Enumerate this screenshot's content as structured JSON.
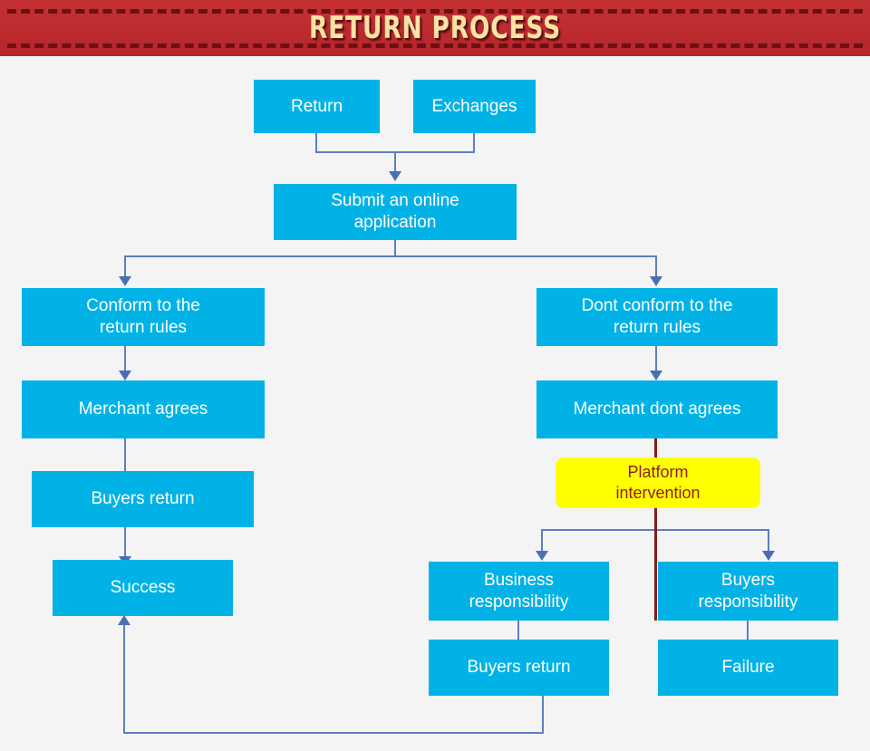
{
  "header": {
    "title": "RETURN PROCESS",
    "background_color": "#c1282c",
    "title_color": "#f9e3a4",
    "dash_color": "#6d1012"
  },
  "theme": {
    "canvas_background": "#f4f4f4",
    "node_fill": "#00b2e6",
    "node_text": "#ffffff",
    "highlight_fill": "#ffff00",
    "highlight_text": "#8f1d1a",
    "connector_color": "#5b7fc0",
    "connector_highlight_color": "#8b1a1a"
  },
  "diagram": {
    "nodes": [
      {
        "id": "return",
        "label": "Return"
      },
      {
        "id": "exchanges",
        "label": "Exchanges"
      },
      {
        "id": "submit",
        "label": "Submit an online\napplication"
      },
      {
        "id": "conform",
        "label": "Conform to the\nreturn rules"
      },
      {
        "id": "merchant-agrees",
        "label": "Merchant agrees"
      },
      {
        "id": "buyers-return-left",
        "label": "Buyers return"
      },
      {
        "id": "success",
        "label": "Success"
      },
      {
        "id": "dont-conform",
        "label": "Dont conform to the\nreturn rules"
      },
      {
        "id": "merchant-dont",
        "label": "Merchant dont agrees"
      },
      {
        "id": "platform",
        "label": "Platform\nintervention"
      },
      {
        "id": "business-resp",
        "label": "Business\nresponsibility"
      },
      {
        "id": "buyers-resp",
        "label": "Buyers\nresponsibility"
      },
      {
        "id": "buyers-return-mid",
        "label": "Buyers return"
      },
      {
        "id": "failure",
        "label": "Failure"
      }
    ],
    "edges": [
      {
        "from": "return",
        "to": "submit"
      },
      {
        "from": "exchanges",
        "to": "submit"
      },
      {
        "from": "submit",
        "to": "conform"
      },
      {
        "from": "submit",
        "to": "dont-conform"
      },
      {
        "from": "conform",
        "to": "merchant-agrees"
      },
      {
        "from": "merchant-agrees",
        "to": "buyers-return-left"
      },
      {
        "from": "buyers-return-left",
        "to": "success"
      },
      {
        "from": "dont-conform",
        "to": "merchant-dont"
      },
      {
        "from": "merchant-dont",
        "to": "platform"
      },
      {
        "from": "platform",
        "to": "business-resp"
      },
      {
        "from": "platform",
        "to": "buyers-resp"
      },
      {
        "from": "business-resp",
        "to": "buyers-return-mid"
      },
      {
        "from": "buyers-resp",
        "to": "failure"
      },
      {
        "from": "buyers-return-mid",
        "to": "success"
      }
    ]
  }
}
